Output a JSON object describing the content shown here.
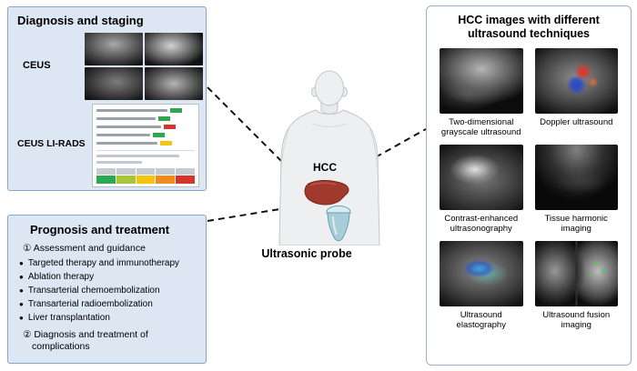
{
  "diagnosis_box": {
    "title": "Diagnosis and staging",
    "ceus_label": "CEUS",
    "lirads_label": "CEUS LI-RADS"
  },
  "prognosis_box": {
    "title": "Prognosis and treatment",
    "numbered_1": "① Assessment and guidance",
    "bullet_char": "●",
    "bullet_items": [
      "Targeted therapy and immunotherapy",
      "Ablation therapy",
      "Transarterial chemoembolization",
      "Transarterial radioembolization",
      "Liver transplantation"
    ],
    "numbered_2": "② Diagnosis and treatment of complications"
  },
  "center_figure": {
    "hcc_label": "HCC",
    "probe_label": "Ultrasonic probe"
  },
  "techniques_box": {
    "title": "HCC images with different ultrasound techniques",
    "items": [
      {
        "caption": "Two-dimensional grayscale ultrasound",
        "type": "grayscale"
      },
      {
        "caption": "Doppler ultrasound",
        "type": "doppler"
      },
      {
        "caption": "Contrast-enhanced ultrasonography",
        "type": "contrast-enhanced"
      },
      {
        "caption": "Tissue harmonic imaging",
        "type": "tissue-harmonic"
      },
      {
        "caption": "Ultrasound elastography",
        "type": "elastography"
      },
      {
        "caption": "Ultrasound fusion imaging",
        "type": "fusion"
      }
    ]
  },
  "colors": {
    "panel_bg": "#dde6f3",
    "panel_border": "#8aa5c6",
    "connector": "#111111",
    "liver_red": "#a13a2d",
    "probe_teal": "#a9cdd8",
    "doppler_red": "#d53b2f",
    "doppler_blue": "#2b49c8",
    "elastography_blue": "#3ca0dc",
    "fusion_green": "#3fd34a",
    "lirads_green": "#2ea84e",
    "lirads_yellow": "#f2c511",
    "lirads_orange": "#f08c1e",
    "lirads_red": "#d3362c"
  }
}
